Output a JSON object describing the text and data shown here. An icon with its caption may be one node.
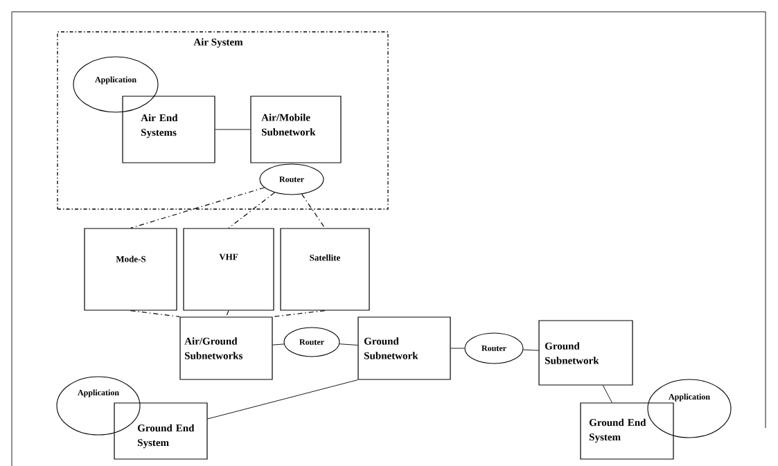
{
  "diagram": {
    "nodes": [
      {
        "text": [
          "Air System"
        ]
      },
      {
        "text": [
          "Application"
        ],
        "in": 0
      },
      {
        "text": [
          "Air End Systems"
        ],
        "in": 0
      },
      {
        "text": [
          "Air/Mobile Subnetwork"
        ],
        "in": 0
      },
      {
        "text": [
          "Router"
        ],
        "in": 0
      },
      {
        "text": [
          "Mode-S"
        ]
      },
      {
        "text": [
          "VHF"
        ]
      },
      {
        "text": [
          "Satellite"
        ]
      },
      {
        "text": [
          "Air/Ground Subnetworks"
        ]
      },
      {
        "text": [
          "Router"
        ]
      },
      {
        "text": [
          "Ground Subnetwork"
        ]
      },
      {
        "text": [
          "Router"
        ]
      },
      {
        "text": [
          "Ground Subnetwork"
        ]
      },
      {
        "text": [
          "Application"
        ]
      },
      {
        "text": [
          "Ground End System"
        ]
      },
      {
        "text": [
          "Ground End System"
        ]
      },
      {
        "text": [
          "Application"
        ]
      }
    ],
    "edges": [
      {
        "from": 2,
        "to": 3,
        "arrow": "none"
      },
      {
        "from": 4,
        "to": 5,
        "arrow": "none",
        "style": "dashed"
      },
      {
        "from": 4,
        "to": 6,
        "arrow": "none",
        "style": "dashed"
      },
      {
        "from": 4,
        "to": 7,
        "arrow": "none",
        "style": "dashed"
      },
      {
        "from": 5,
        "to": 8,
        "arrow": "none",
        "style": "dashed"
      },
      {
        "from": 6,
        "to": 8,
        "arrow": "none",
        "style": "dashed"
      },
      {
        "from": 7,
        "to": 8,
        "arrow": "none",
        "style": "dashed"
      },
      {
        "from": 8,
        "to": 9,
        "arrow": "none"
      },
      {
        "from": 9,
        "to": 10,
        "arrow": "none"
      },
      {
        "from": 10,
        "to": 11,
        "arrow": "none"
      },
      {
        "from": 11,
        "to": 12,
        "arrow": "none"
      },
      {
        "from": 10,
        "to": 14,
        "arrow": "none"
      },
      {
        "from": 12,
        "to": 15,
        "arrow": "none"
      }
    ]
  }
}
